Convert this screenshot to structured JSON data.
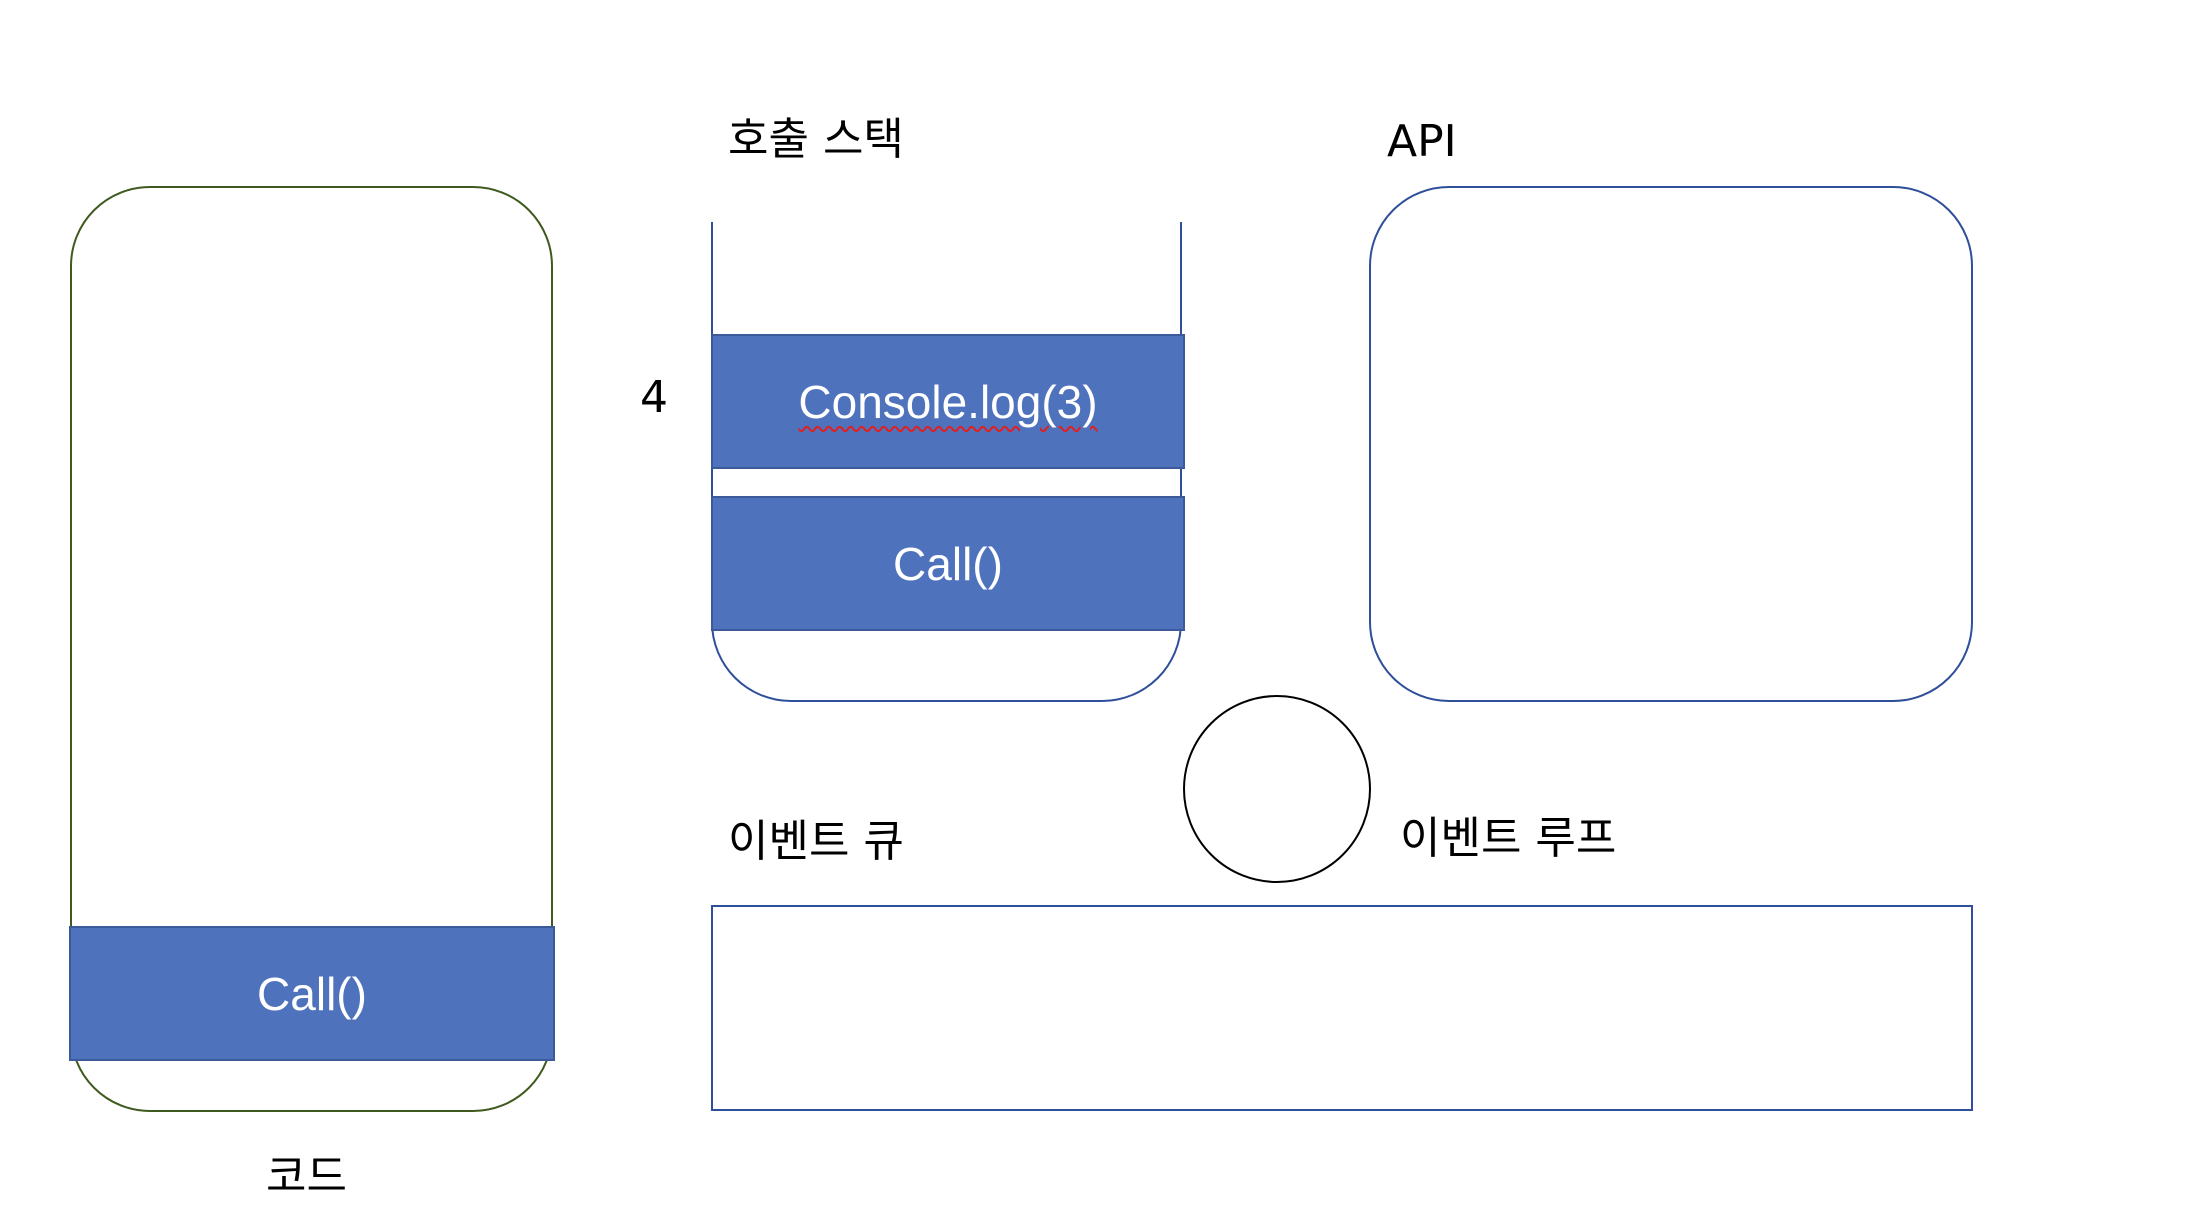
{
  "labels": {
    "call_stack": "호출 스택",
    "api": "API",
    "event_queue": "이벤트 큐",
    "event_loop": "이벤트 루프",
    "code": "코드",
    "step_number": "4"
  },
  "code_panel": {
    "blocks": [
      "Call()"
    ]
  },
  "call_stack": {
    "blocks": [
      "Console.log(3)",
      "Call()"
    ]
  },
  "colors": {
    "block_fill": "#4f72bd",
    "block_text": "#ffffff",
    "stack_border": "#2f4f9a",
    "code_border": "#3f5a1e"
  }
}
